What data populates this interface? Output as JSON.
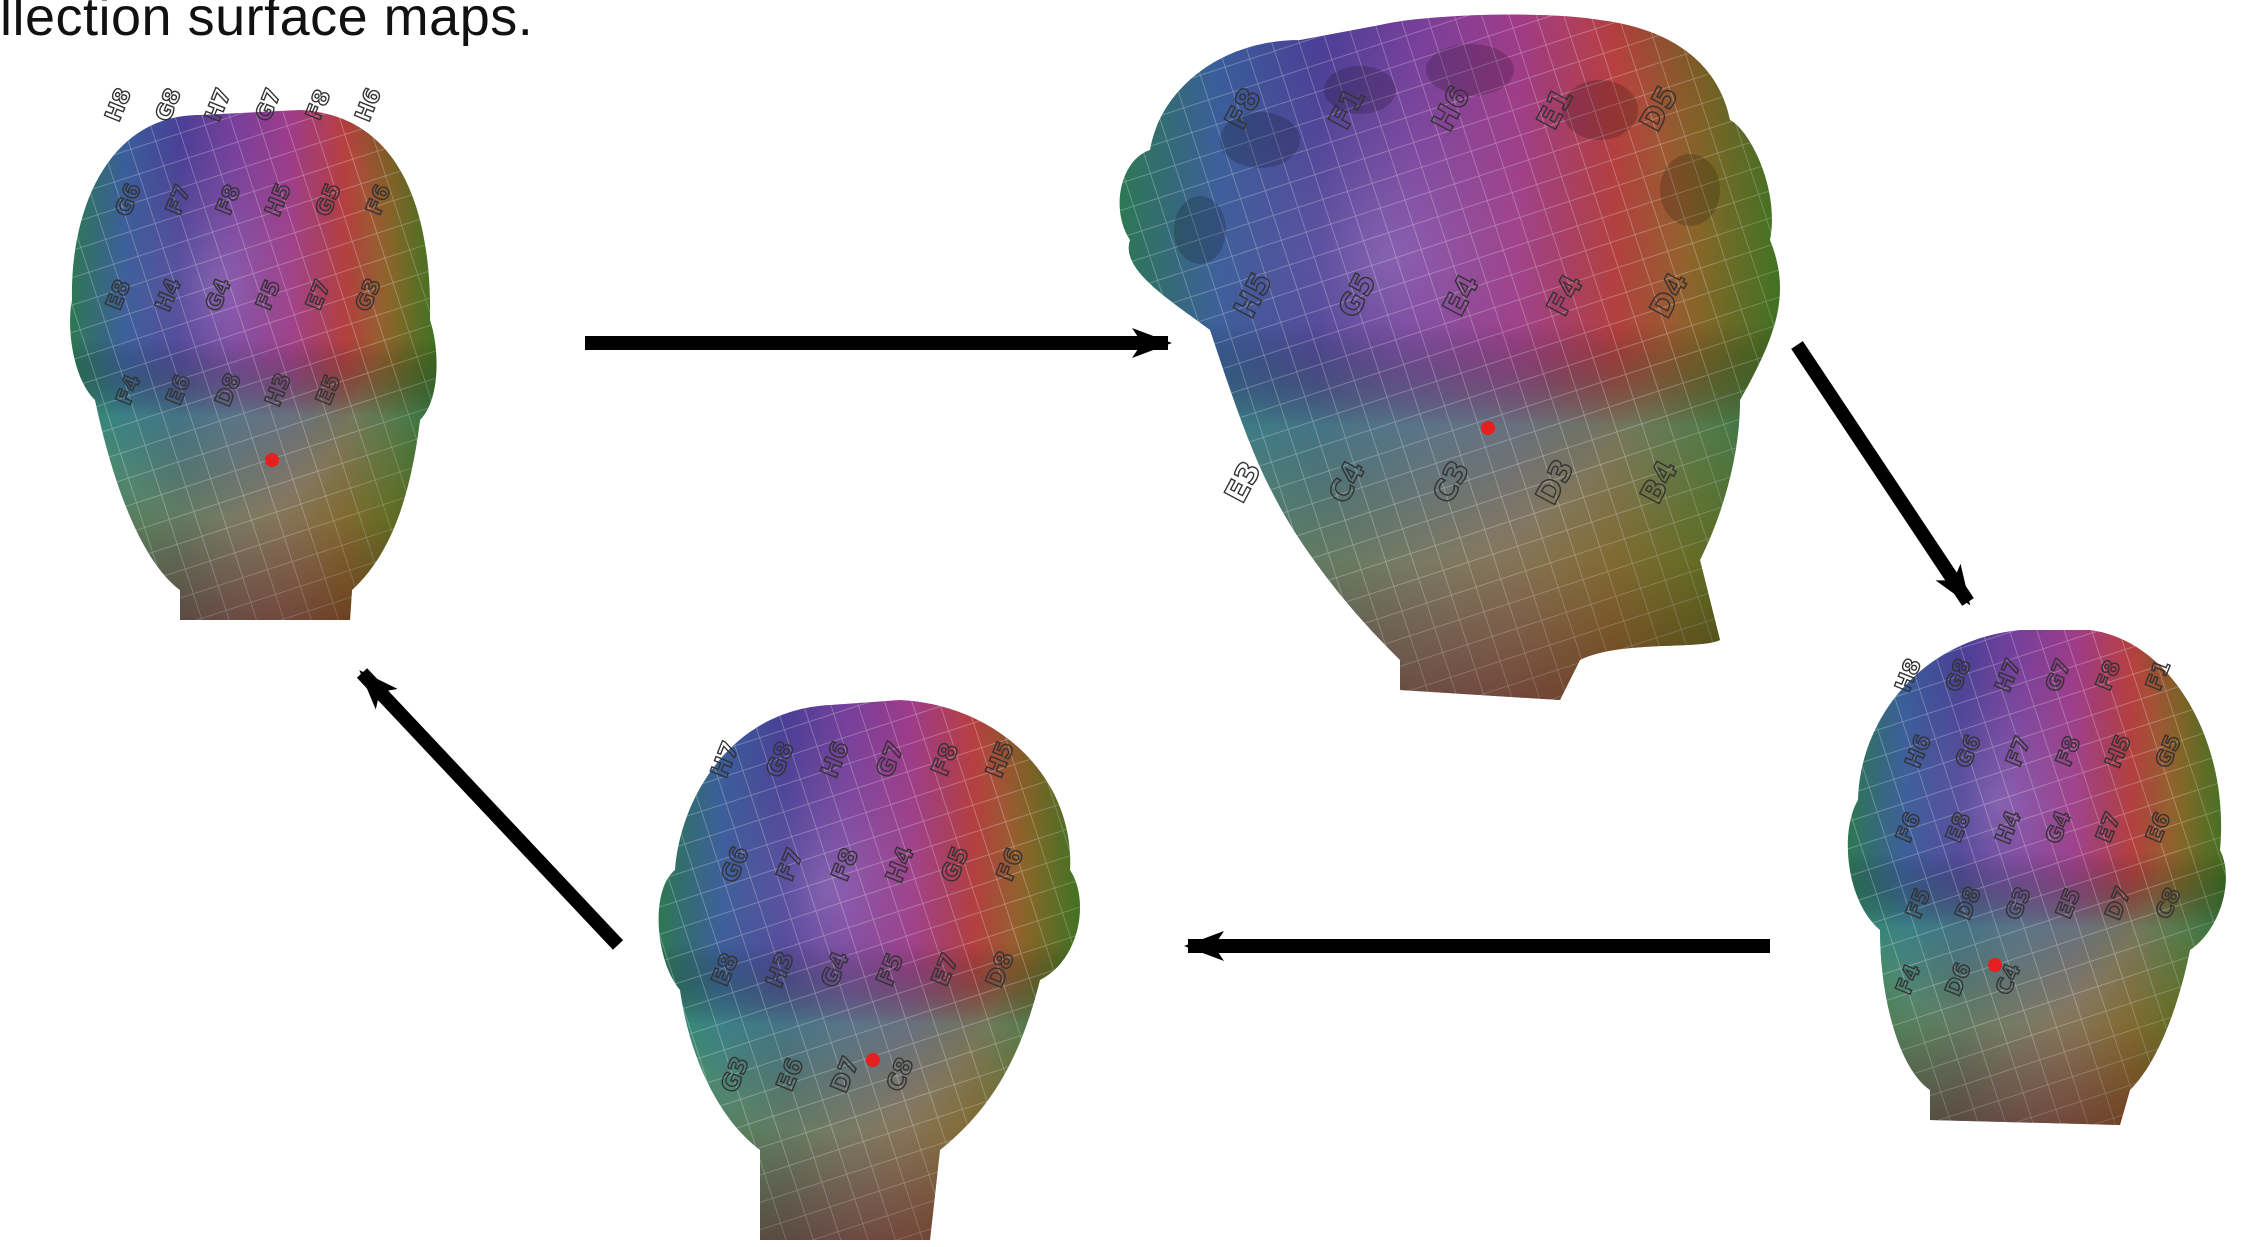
{
  "caption": "llection surface maps.",
  "heads": [
    {
      "id": "head-top-left",
      "labels": [
        "H8",
        "G8",
        "H7",
        "G7",
        "F8",
        "H6",
        "G6",
        "F7",
        "F8",
        "H5",
        "G5",
        "F6",
        "E8",
        "H4",
        "G4",
        "F5",
        "E7",
        "G3",
        "F4",
        "E6",
        "D8",
        "H3",
        "E5"
      ]
    },
    {
      "id": "head-top-middle",
      "labels": [
        "F8",
        "F1",
        "H6",
        "E1",
        "D5",
        "H5",
        "G5",
        "E4",
        "F4",
        "D4",
        "E3",
        "C4",
        "C3",
        "D3",
        "B4"
      ]
    },
    {
      "id": "head-right",
      "labels": [
        "H8",
        "G8",
        "H7",
        "G7",
        "F8",
        "F1",
        "H6",
        "G6",
        "F7",
        "F8",
        "H5",
        "G5",
        "F6",
        "E8",
        "H4",
        "G4",
        "E7",
        "E6",
        "F5",
        "D8",
        "G3",
        "E5",
        "D7",
        "C8",
        "F4",
        "D6",
        "C4"
      ]
    },
    {
      "id": "head-bottom-middle",
      "labels": [
        "H7",
        "G8",
        "H6",
        "G7",
        "F8",
        "H5",
        "G6",
        "F7",
        "F8",
        "H4",
        "G5",
        "F6",
        "E8",
        "H3",
        "G4",
        "F5",
        "E7",
        "D8",
        "G3",
        "E6",
        "D7",
        "C8"
      ]
    }
  ],
  "marker_color": "#e52020",
  "arrow_color": "#000000",
  "palette": [
    "#7a3fa0",
    "#a23c8c",
    "#c0393f",
    "#3a5fb0",
    "#2e8aa0",
    "#3aa86e",
    "#5fae3a",
    "#8fae2f",
    "#3c4a8f",
    "#6a2f8a"
  ]
}
